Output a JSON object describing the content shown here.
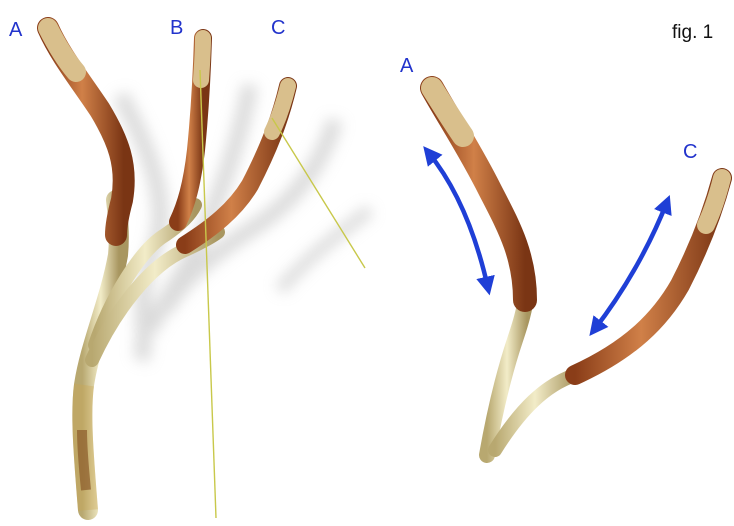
{
  "figure": {
    "label": "fig. 1"
  },
  "left_panel": {
    "labels": {
      "a": "A",
      "b": "B",
      "c": "C"
    }
  },
  "right_panel": {
    "labels": {
      "a": "A",
      "c": "C"
    }
  },
  "colors": {
    "label_blue": "#2233cc",
    "arrow_blue": "#1f3fd6",
    "stem_pale": "#e6dcab",
    "stem_band": "#caa550",
    "segment_brown": "#b05a2a",
    "segment_light": "#d98f55",
    "tip_speckle": "#d9bf8c",
    "shadow": "#bdbdbd",
    "bristle": "#c8c84a"
  }
}
